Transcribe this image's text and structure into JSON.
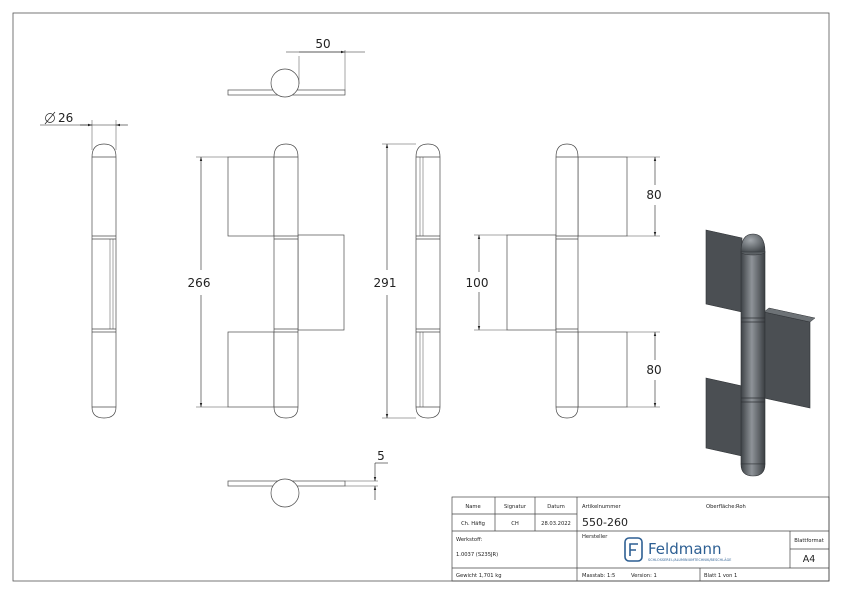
{
  "dimensions": {
    "width_flap": "50",
    "diameter": "26",
    "height_overall_leaves": "266",
    "height_overall": "291",
    "height_top_leaf": "80",
    "height_middle_leaf": "100",
    "height_bottom_leaf": "80",
    "thickness": "5"
  },
  "title_block": {
    "name_label": "Name",
    "signatur_label": "Signatur",
    "datum_label": "Datum",
    "name_value": "Ch. Häfig",
    "signatur_value": "CH",
    "datum_value": "28.03.2022",
    "artikelnummer_label": "Artikelnummer",
    "artikelnummer_value": "550-260",
    "oberflaeche_label": "Oberfläche:",
    "oberflaeche_value": "Roh",
    "werkstoff_label": "Werkstoff:",
    "werkstoff_value": "1.0037 (S235JR)",
    "hersteller_label": "Hersteller",
    "blattformat_label": "Blattformat",
    "blattformat_value": "A4",
    "gewicht": "Gewicht 1,701 kg",
    "massstab": "Masstab: 1:5",
    "version": "Version: 1",
    "blatt": "Blatt 1 von 1"
  },
  "logo": {
    "name": "Feldmann",
    "subtitle": "SCHLOSSEREI-/ALUMINIUMTECHNIK/BESCHLÄGE",
    "color": "#2d5f93"
  },
  "colors": {
    "line": "#4a4a4a",
    "render_dark": "#4b4f53",
    "render_light": "#8c9196"
  }
}
